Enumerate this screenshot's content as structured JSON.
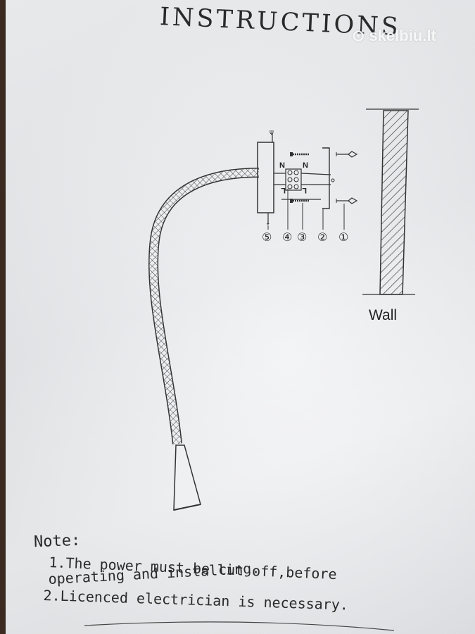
{
  "title": "INSTRUCTIONS",
  "watermark": "skelbiu.lt",
  "diagram": {
    "labels": {
      "n1": "N",
      "n2": "N",
      "l1": "L",
      "l2": "L"
    },
    "callouts": [
      "⑤",
      "④",
      "③",
      "②",
      "①"
    ],
    "wall_label": "Wall"
  },
  "note": {
    "heading": "Note:",
    "lines": [
      "1.The power must be cut off,before",
      "operating and installing.",
      "2.Licenced electrician is necessary."
    ]
  }
}
